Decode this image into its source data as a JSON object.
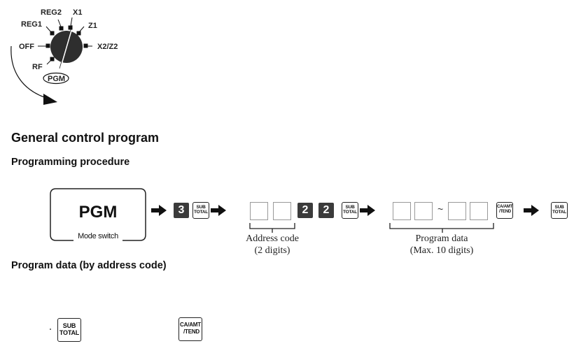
{
  "mode_dial": {
    "positions": [
      "REG2",
      "X1",
      "REG1",
      "Z1",
      "OFF",
      "X2/Z2",
      "RF"
    ],
    "selected": "PGM"
  },
  "heading": "General control program",
  "procedure": {
    "title": "Programming procedure",
    "mode_box": {
      "title": "PGM",
      "subtitle": "Mode switch"
    },
    "steps": {
      "key_3": "3",
      "subtotal_1": [
        "SUB",
        "TOTAL"
      ],
      "key_2a": "2",
      "key_2b": "2",
      "subtotal_2": [
        "SUB",
        "TOTAL"
      ],
      "tilde": "~",
      "ca_amt_tend": [
        "CA/AMT",
        "/TEND"
      ],
      "subtotal_3": [
        "SUB",
        "TOTAL"
      ]
    },
    "address_caption": [
      "Address code",
      "(2 digits)"
    ],
    "program_caption": [
      "Program data",
      "(Max. 10 digits)"
    ]
  },
  "program_data": {
    "title": "Program data (by address code)",
    "keys": {
      "subtotal": [
        "SUB",
        "TOTAL"
      ],
      "ca_amt_tend": [
        "CA/AMT",
        "/TEND"
      ]
    }
  }
}
